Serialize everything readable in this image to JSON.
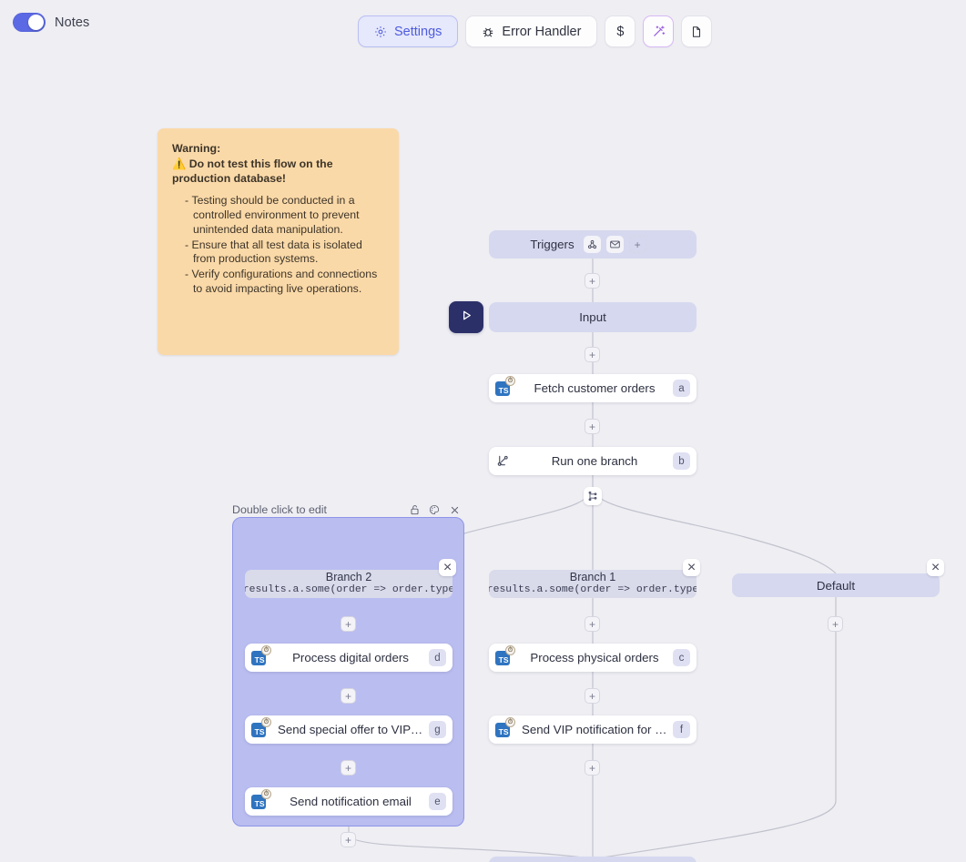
{
  "topbar": {
    "notes_label": "Notes",
    "notes_toggle_on": true,
    "buttons": [
      {
        "label": "Settings",
        "icon": "gear-icon",
        "active": true
      },
      {
        "label": "Error Handler",
        "icon": "bug-icon",
        "active": false
      },
      {
        "label": "$",
        "icon": "dollar-icon",
        "active": false
      },
      {
        "label": "",
        "icon": "magic-wand-icon",
        "active": false
      },
      {
        "label": "",
        "icon": "document-icon",
        "active": false
      }
    ]
  },
  "note": {
    "title": "Warning:",
    "headline": "Do not test this flow on the production database!",
    "headline_icon": "warning-icon",
    "bullets": [
      "Testing should be conducted in a controlled environment to prevent unintended data manipulation.",
      "Ensure that all test data is isolated from production systems.",
      "Verify configurations and connections to avoid impacting live operations."
    ]
  },
  "flow": {
    "triggers": {
      "label": "Triggers",
      "icons": [
        "webhook-icon",
        "email-icon"
      ],
      "add_label": "+"
    },
    "input": {
      "label": "Input"
    },
    "run_button_icon": "play-icon",
    "fetch": {
      "label": "Fetch customer orders",
      "badge": "a",
      "icon": "typescript-icon"
    },
    "run_one_branch": {
      "label": "Run one branch",
      "badge": "b",
      "icon": "branch-icon"
    },
    "split_icon": "git-branch-icon",
    "branches": [
      {
        "name": "Branch 2",
        "condition": "results.a.some(order => order.type",
        "grouped": true,
        "group_title": "Process digital orders",
        "group_header_label": "Double click to edit",
        "group_header_icons": [
          "lock-icon",
          "palette-icon",
          "close-icon"
        ],
        "nodes": [
          {
            "label": "Process digital orders",
            "badge": "d",
            "icon": "typescript-icon",
            "warning": true
          },
          {
            "label": "Send special offer to VIP digital c...",
            "badge": "g",
            "icon": "typescript-icon",
            "warning": true
          },
          {
            "label": "Send notification email",
            "badge": "e",
            "icon": "typescript-icon",
            "warning": true
          }
        ]
      },
      {
        "name": "Branch 1",
        "condition": "results.a.some(order => order.type",
        "grouped": false,
        "nodes": [
          {
            "label": "Process physical orders",
            "badge": "c",
            "icon": "typescript-icon",
            "warning": false
          },
          {
            "label": "Send VIP notification for physical...",
            "badge": "f",
            "icon": "typescript-icon",
            "warning": true
          }
        ]
      },
      {
        "name": "Default",
        "condition": "",
        "grouped": false,
        "nodes": []
      }
    ],
    "plus_label": "+",
    "close_label": "×"
  },
  "colors": {
    "accent": "#5b69e4",
    "canvas_bg": "#eeeef3",
    "node_lavender": "#d6d8ef",
    "group_fill": "#b9bdf0",
    "note_bg": "#fad9a8",
    "run_button": "#2c3069"
  }
}
